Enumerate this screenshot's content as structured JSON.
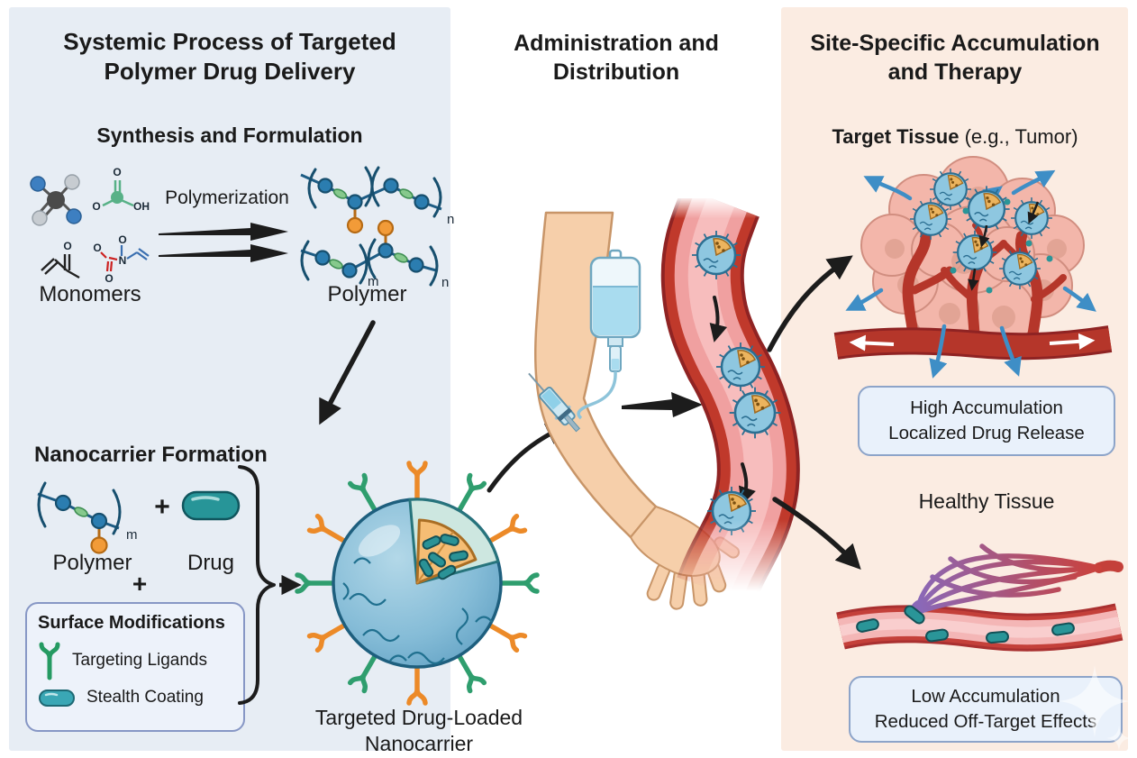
{
  "colors": {
    "left_panel_bg": "#e7edf4",
    "right_panel_bg": "#fbece2",
    "info_box_bg": "#e9f1fb",
    "info_box_border": "#8da4c9",
    "text": "#1a1a1a",
    "drug_teal": "#2a9598",
    "ligand_green": "#2f9e6e",
    "ligand_orange": "#ec8a28",
    "polymer_blue": "#2b7db0",
    "linker_green": "#86c98c",
    "pendant_orange": "#f29b38",
    "vessel_red": "#c0392b",
    "vessel_lumen": "#f2a9a9",
    "tumor_pink": "#f3b6aa",
    "arrow_blue": "#3e8ec6",
    "arrow_black": "#1c1c1c"
  },
  "left_panel": {
    "title_line1": "Systemic Process of Targeted",
    "title_line2": "Polymer Drug Delivery",
    "synthesis_heading": "Synthesis and Formulation",
    "monomers_label": "Monomers",
    "polymerization_label": "Polymerization",
    "polymer_label": "Polymer",
    "subscript_n": "n",
    "subscript_m": "m",
    "atom_o": "O",
    "atom_oh": "OH",
    "atom_n": "N",
    "nanocarrier_heading": "Nanocarrier Formation",
    "formation_polymer_label": "Polymer",
    "formation_drug_label": "Drug",
    "plus_sign": "+",
    "surface_modifications": {
      "title": "Surface Modifications",
      "items": [
        {
          "icon": "targeting-ligand-icon",
          "label": "Targeting Ligands"
        },
        {
          "icon": "stealth-coating-icon",
          "label": "Stealth Coating"
        }
      ]
    },
    "nanocarrier_caption_line1": "Targeted Drug-Loaded",
    "nanocarrier_caption_line2": "Nanocarrier"
  },
  "middle_panel": {
    "title_line1": "Administration and",
    "title_line2": "Distribution"
  },
  "right_panel": {
    "title_line1": "Site-Specific Accumulation",
    "title_line2": "and Therapy",
    "target_tissue_label_bold": "Target Tissue",
    "target_tissue_label_rest": "(e.g., Tumor)",
    "high_accumulation_line1": "High Accumulation",
    "high_accumulation_line2": "Localized Drug Release",
    "healthy_tissue_label": "Healthy Tissue",
    "low_accumulation_line1": "Low Accumulation",
    "low_accumulation_line2": "Reduced Off-Target Effects"
  }
}
